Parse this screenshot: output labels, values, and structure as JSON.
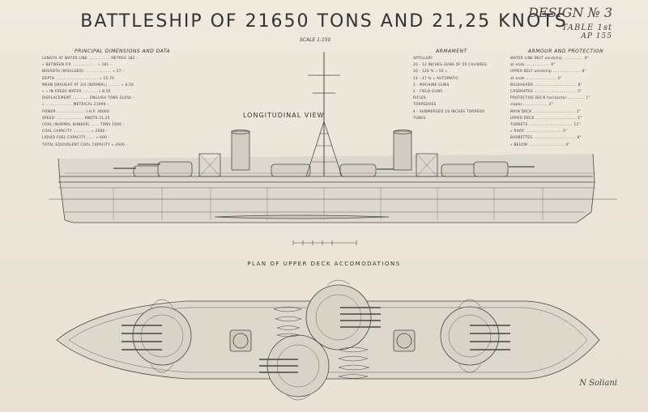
{
  "title": "BATTLESHIP OF 21650 TONS AND 21,25 KNOTS",
  "design": {
    "label": "DESIGN № 3",
    "table": "TABLE 1st",
    "ref": "AP 155"
  },
  "scale": "SCALE 1:150",
  "dimensions": {
    "header": "PRINCIPAL DIMENSIONS AND DATA",
    "rows": [
      "LENGTH AT WATER LINE ................ METRES  182 -",
      "   »   BETWEEN P.P. ..................   »    181 -",
      "BREADTH (MOULDED) ....................   »     27 -",
      "DEPTH ................................   »   15,70",
      "MEAN DRAUGHT AT 3/4 (NORMAL) .........   »    8,50",
      "   »    »   IN FRESH WATER ...........   »    8,55",
      "DISPLACEMENT ............ ENGLISH TONS  21650 -",
      "   » .................... METRICAL  21990 -",
      "POWER ..................... I.H.P.  36000",
      "SPEED ..................... KNOTS  21,25",
      "COAL (NORMAL BUNKER) ...... TONS  1000 -",
      "COAL CAPACITY .............   »   2000 -",
      "LIQUID FUEL CAPACITY ......   »    600 -",
      "TOTAL EQUIVALENT COAL CAPACITY  »  2600 -"
    ]
  },
  "armament": {
    "header": "ARMAMENT",
    "rows": [
      "ARTILLERY",
      "",
      "20 - 12 INCHES GUNS OF 50 CALIBRES",
      "20 - 120 %   »   50   »",
      "12 -  47 %   »   AUTOMATIC",
      "2 - MACHINE GUNS",
      "2 - FIELD GUNS",
      "    RIFLES",
      "",
      "",
      "TORPEDOES",
      "",
      "4 - SUBMERGED 18 INCHES TORPEDO",
      "    TUBES"
    ]
  },
  "armour": {
    "header": "ARMOUR AND PROTECTION",
    "rows": [
      "WATER LINE BELT  amidship ............... 9\"",
      "                 at ends .................. 6\"",
      "UPPER BELT  amidship ..................... 8\"",
      "            at ends ....................... 5\"",
      "BULKHEADS ................................ 8\"",
      "CASEMATES ................................ 5\"",
      "PROTECTIVE DECK  horizontal ............. 1\"",
      "                 slopes .................. 2\"",
      "MAIN DECK ................................ 1\"",
      "UPPER DECK ............................... 1\"",
      "TURRETS ................................. 11\"",
      "    »    ROOF ........................... 3\"",
      "BARBETTES ................................ 8\"",
      "    »    BELOW ........................... 4\""
    ]
  },
  "views": {
    "longitudinal": "LONGITUDINAL VIEW",
    "plan": "PLAN OF UPPER DECK ACCOMODATIONS"
  },
  "signature": "N Soliani",
  "colors": {
    "paper": "#ece6da",
    "ink": "#3a3a3a",
    "hull": "#d9d4ca"
  }
}
